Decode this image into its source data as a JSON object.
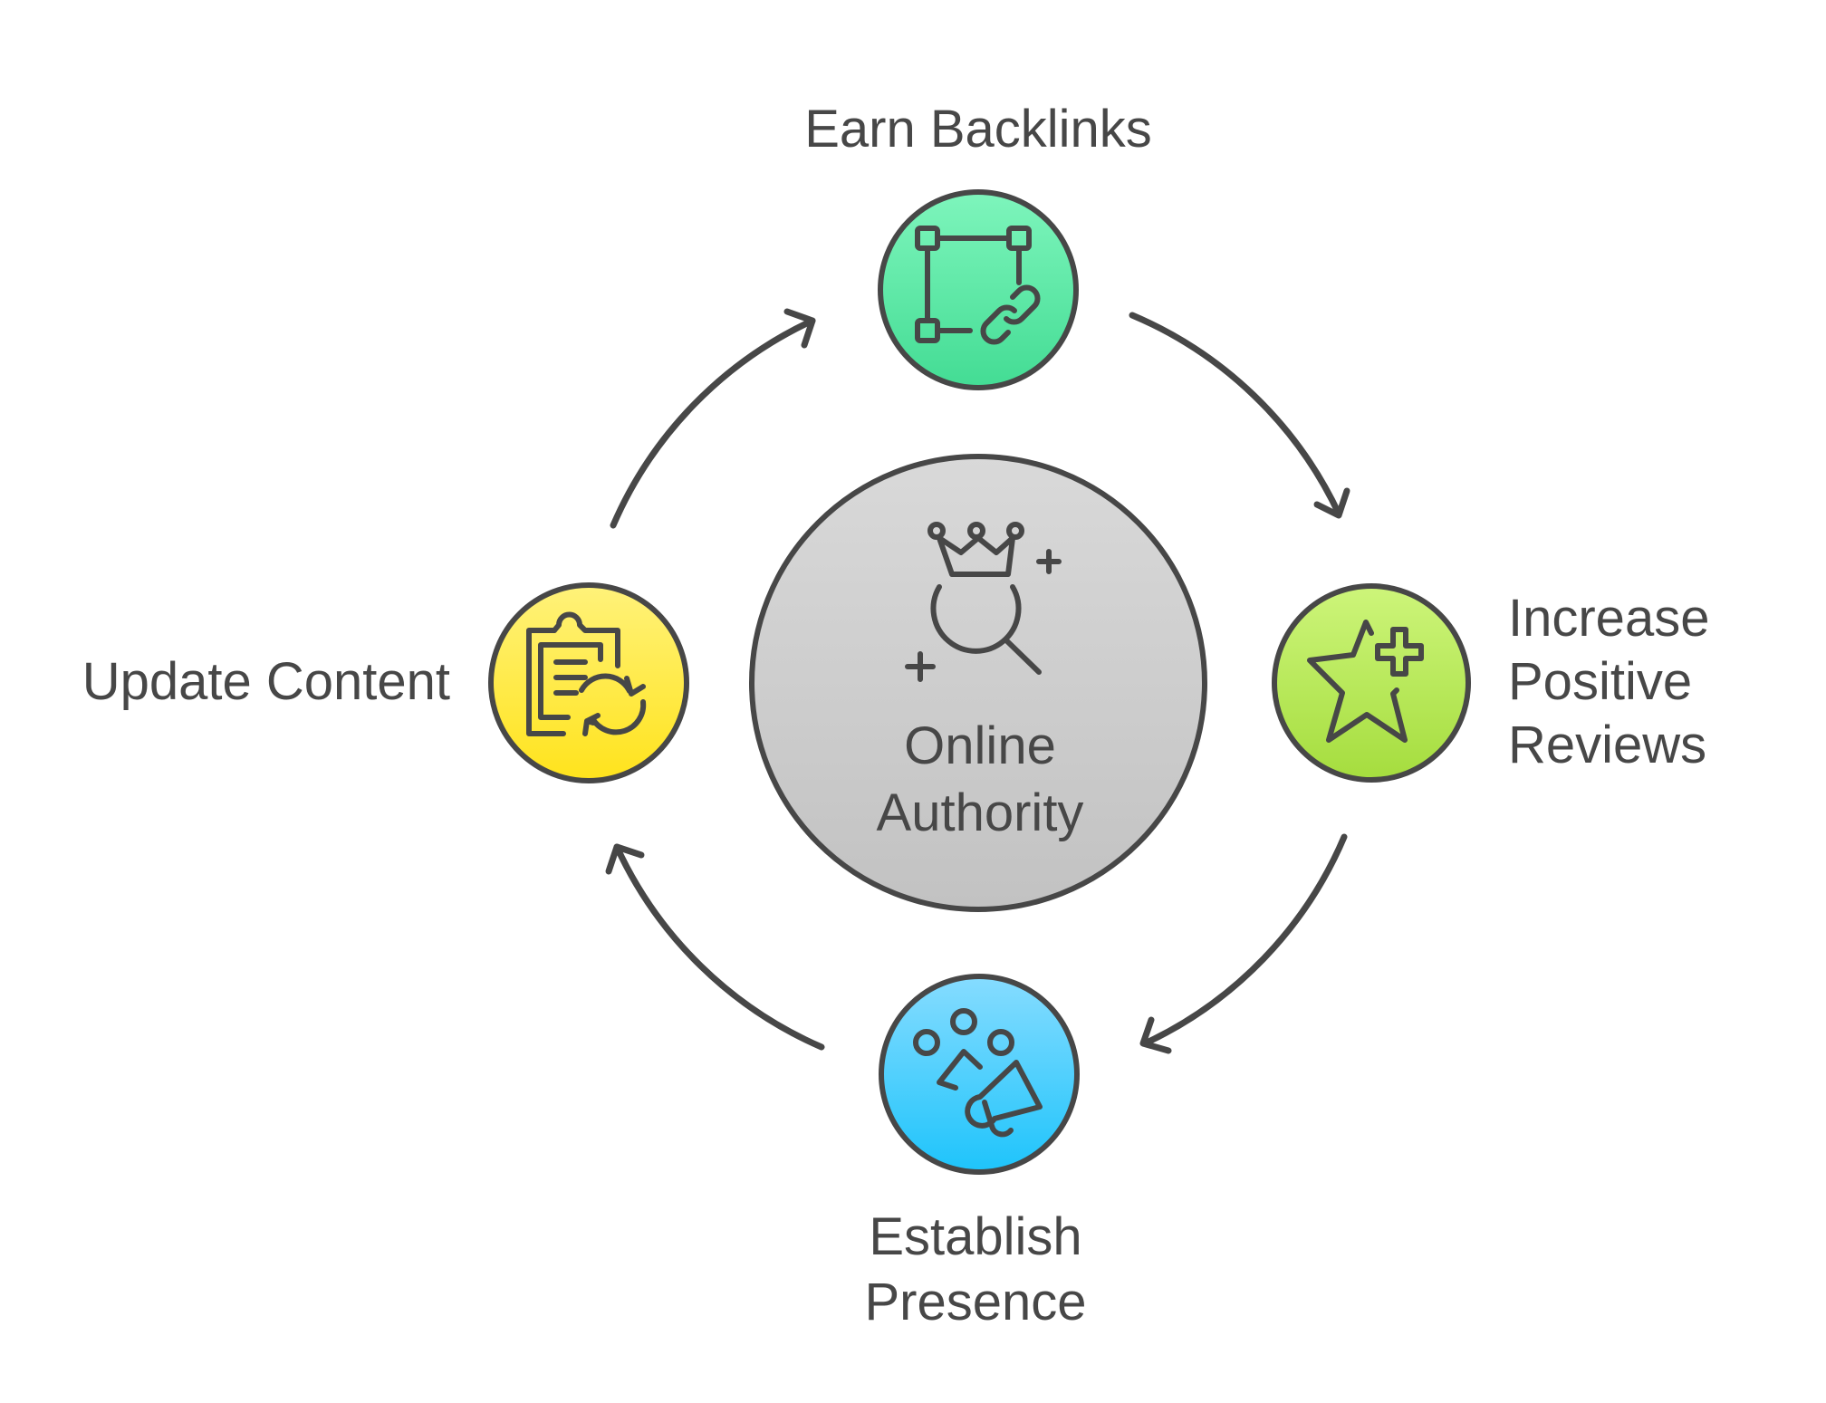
{
  "diagram": {
    "type": "cycle",
    "center": {
      "label_lines": [
        "Online",
        "Authority"
      ],
      "icon": "crown-search-icon",
      "color_top": "#d9d9d9",
      "color_bottom": "#c2c2c2"
    },
    "steps": [
      {
        "id": "earn-backlinks",
        "label_lines": [
          "Earn Backlinks"
        ],
        "icon": "link-frame-icon",
        "color_top": "#7ef5bc",
        "color_bottom": "#43dc94",
        "position": "top"
      },
      {
        "id": "increase-positive-reviews",
        "label_lines": [
          "Increase",
          "Positive",
          "Reviews"
        ],
        "icon": "star-plus-icon",
        "color_top": "#cdf57a",
        "color_bottom": "#a5dd3e",
        "position": "right"
      },
      {
        "id": "establish-presence",
        "label_lines": [
          "Establish",
          "Presence"
        ],
        "icon": "megaphone-audience-icon",
        "color_top": "#86dcff",
        "color_bottom": "#1ec4fb",
        "position": "bottom"
      },
      {
        "id": "update-content",
        "label_lines": [
          "Update Content"
        ],
        "icon": "clipboard-refresh-icon",
        "color_top": "#fff27a",
        "color_bottom": "#ffe31c",
        "position": "left"
      }
    ],
    "flow": [
      "Earn Backlinks",
      "Increase Positive Reviews",
      "Establish Presence",
      "Update Content",
      "Earn Backlinks"
    ],
    "stroke_color": "#474747",
    "text_color": "#474747"
  }
}
